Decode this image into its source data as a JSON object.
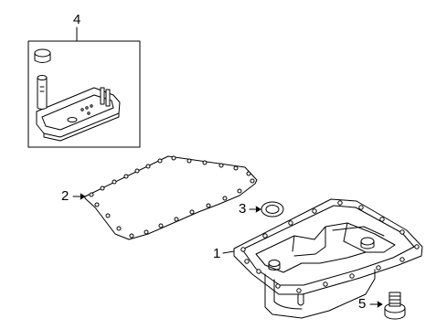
{
  "callouts": {
    "c1": "1",
    "c2": "2",
    "c3": "3",
    "c4": "4",
    "c5": "5"
  },
  "parts": [
    {
      "callout": "1",
      "icon": "oil-pan-icon"
    },
    {
      "callout": "2",
      "icon": "pan-gasket-icon"
    },
    {
      "callout": "3",
      "icon": "sealing-washer-icon"
    },
    {
      "callout": "4",
      "icon": "transmission-filter-icon"
    },
    {
      "callout": "5",
      "icon": "drain-plug-icon"
    }
  ],
  "colors": {
    "line": "#000000",
    "fill": "#ffffff"
  }
}
